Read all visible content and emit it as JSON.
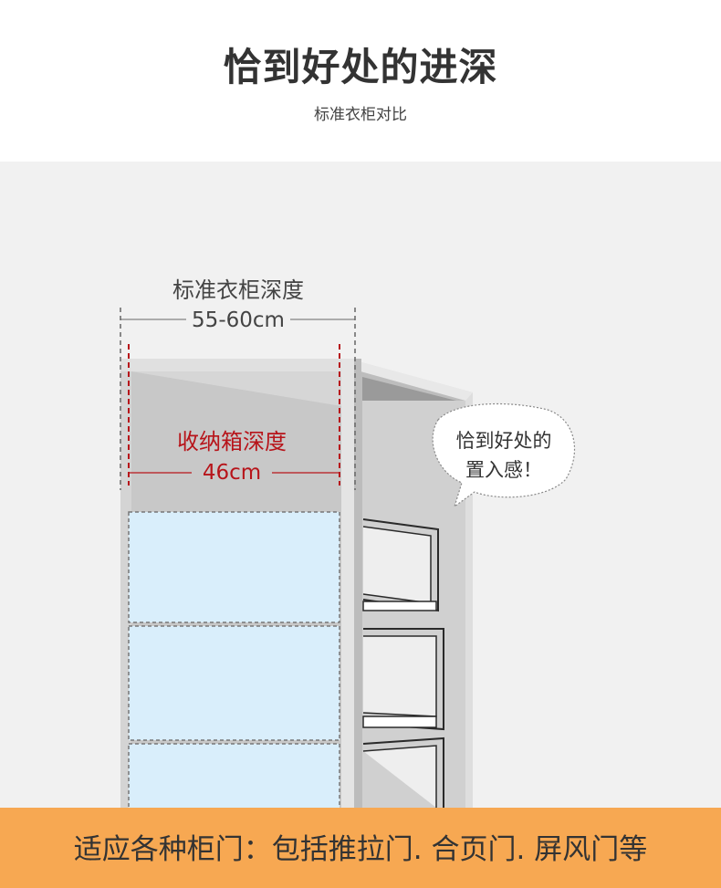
{
  "header": {
    "title": "恰到好处的进深",
    "subtitle": "标准衣柜对比"
  },
  "diagram": {
    "wardrobe_label": "标准衣柜深度",
    "wardrobe_depth": "55-60cm",
    "box_label": "收纳箱深度",
    "box_depth": "46cm",
    "bubble_line1": "恰到好处的",
    "bubble_line2": "置入感！"
  },
  "footer": {
    "text": "适应各种柜门：包括推拉门. 合页门. 屏风门等"
  },
  "colors": {
    "header_bg": "#ffffff",
    "stage_bg": "#f1f1f1",
    "accent_red": "#b7141a",
    "footer_bg": "#f7a852",
    "box_fill": "#d9eefb"
  }
}
